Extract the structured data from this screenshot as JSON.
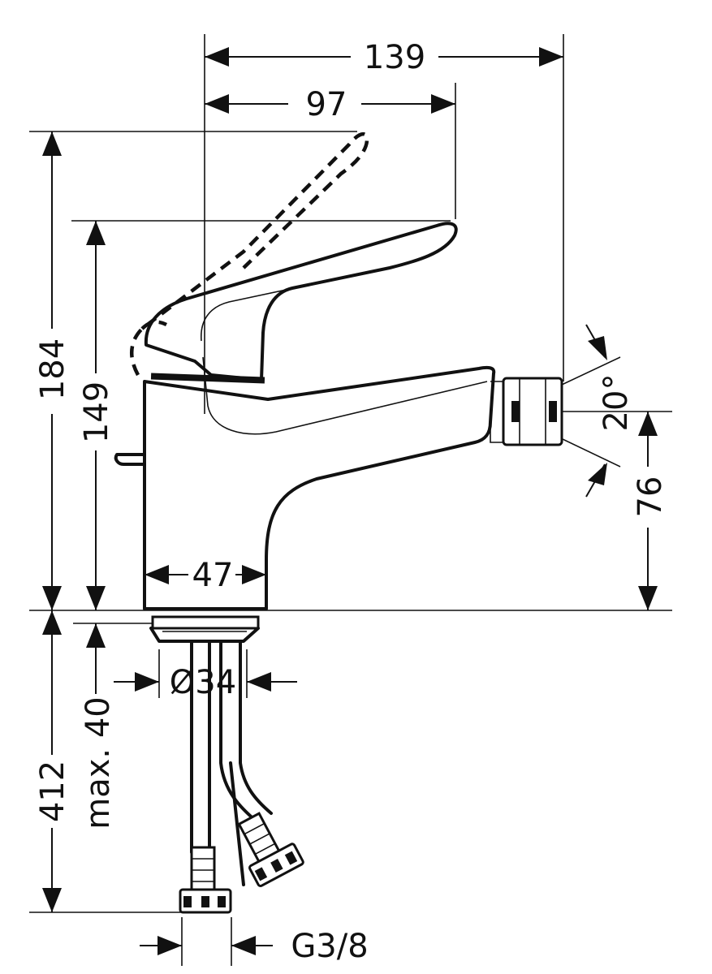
{
  "dimensions": {
    "overall_width": "139",
    "handle_reach": "97",
    "overall_height": "184",
    "handle_height": "149",
    "spout_angle": "20°",
    "spout_height": "76",
    "body_diameter": "47",
    "mounting_hole": "Ø34",
    "max_deck_thickness": "max. 40",
    "hose_length": "412",
    "connection_thread": "G3/8"
  },
  "colors": {
    "line": "#111111",
    "background": "#ffffff"
  }
}
